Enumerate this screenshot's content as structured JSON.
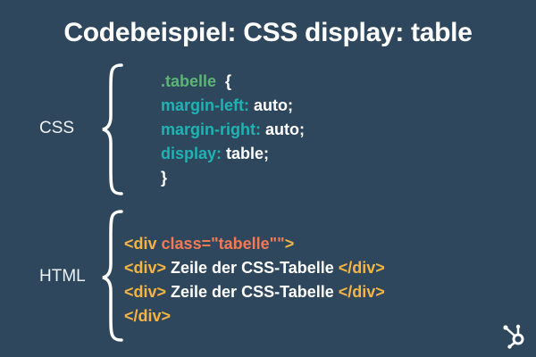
{
  "title": "Codebeispiel: CSS display: table",
  "sections": {
    "css": {
      "label": "CSS",
      "lines": [
        {
          "selector": ".tabelle",
          "brace": "  {"
        },
        {
          "prop": "margin-left:",
          "value": " auto;"
        },
        {
          "prop": "margin-right:",
          "value": " auto;"
        },
        {
          "prop": "display:",
          "value": " table;"
        },
        {
          "close": "}"
        }
      ]
    },
    "html": {
      "label": "HTML",
      "lines": [
        {
          "tag_open": "<div ",
          "attr": "class=\"tabelle\"\"",
          "tag_close": ">"
        },
        {
          "tag_open": "<div>",
          "text": " Zeile der CSS-Tabelle ",
          "tag_close": "</div>"
        },
        {
          "tag_open": "<div>",
          "text": " Zeile der CSS-Tabelle ",
          "tag_close": "</div>"
        },
        {
          "tag_close": "</div>"
        }
      ]
    }
  },
  "logo": {
    "icon": "hubspot-sprocket-icon"
  },
  "colors": {
    "background": "#2e475d",
    "selector": "#5bb675",
    "property": "#1fb3b3",
    "tag": "#f5b544",
    "attribute": "#f27a57",
    "text": "#ffffff"
  }
}
